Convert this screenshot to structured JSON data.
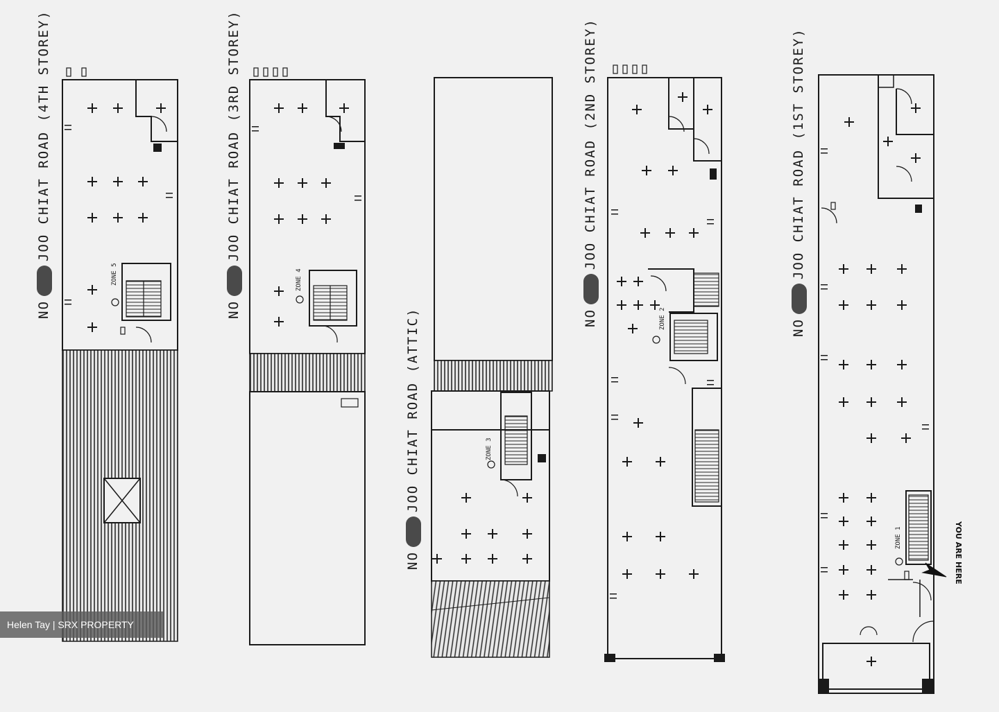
{
  "floor_labels": {
    "fourth": {
      "prefix": "NO",
      "text": "JOO CHIAT ROAD (4TH STOREY)"
    },
    "third": {
      "prefix": "NO",
      "text": "JOO CHIAT ROAD (3RD STOREY)"
    },
    "attic": {
      "prefix": "NO",
      "text": "JOO CHIAT ROAD (ATTIC)"
    },
    "second": {
      "prefix": "NO",
      "text": "JOO CHIAT ROAD (2ND STOREY)"
    },
    "first": {
      "prefix": "NO",
      "text": "JOO CHIAT ROAD (1ST STOREY)"
    }
  },
  "zones": {
    "z5": "ZONE 5",
    "z4": "ZONE 4",
    "z3": "ZONE 3",
    "z2": "ZONE 2",
    "z1": "ZONE 1"
  },
  "marker": {
    "text": "YOU ARE HERE"
  },
  "watermark": {
    "text": "Helen Tay | SRX PROPERTY"
  },
  "colors": {
    "paper": "#f1f1f1",
    "ink": "#1a1a1a",
    "watermark_bg": "#5a5a5a"
  }
}
